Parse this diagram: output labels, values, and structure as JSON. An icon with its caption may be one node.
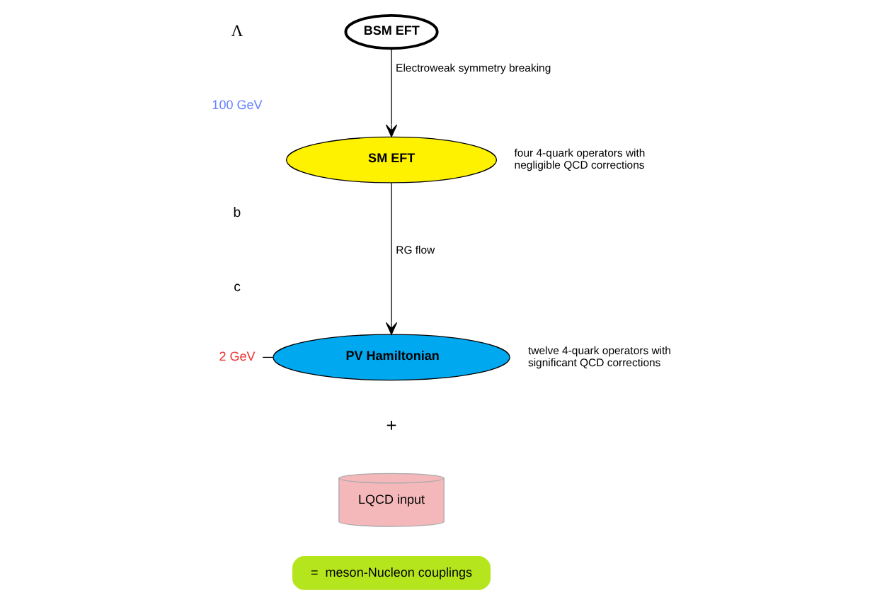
{
  "diagram": {
    "nodes": [
      {
        "text": [
          "BSM EFT"
        ]
      },
      {
        "text": [
          "SM EFT"
        ],
        "beside": [
          "four 4-quark operators with negligible QCD corrections"
        ]
      },
      {
        "text": [
          "2 GeV"
        ]
      },
      {
        "text": [
          "PV Hamiltonian"
        ],
        "beside": [
          "twelve 4-quark operators with significant QCD corrections"
        ]
      },
      {
        "text": [
          "LQCD input"
        ]
      },
      {
        "text": [
          "=  meson-Nucleon couplings"
        ]
      }
    ],
    "edges": [
      {
        "from": 0,
        "to": 1,
        "arrow": "to",
        "label": "Electroweak symmetry breaking"
      },
      {
        "from": 1,
        "to": 3,
        "arrow": "to",
        "label": "RG flow"
      },
      {
        "from": 2,
        "to": 3,
        "arrow": "none"
      }
    ],
    "labels": [
      "Λ",
      "100 GeV",
      "b",
      "c",
      "+"
    ]
  }
}
